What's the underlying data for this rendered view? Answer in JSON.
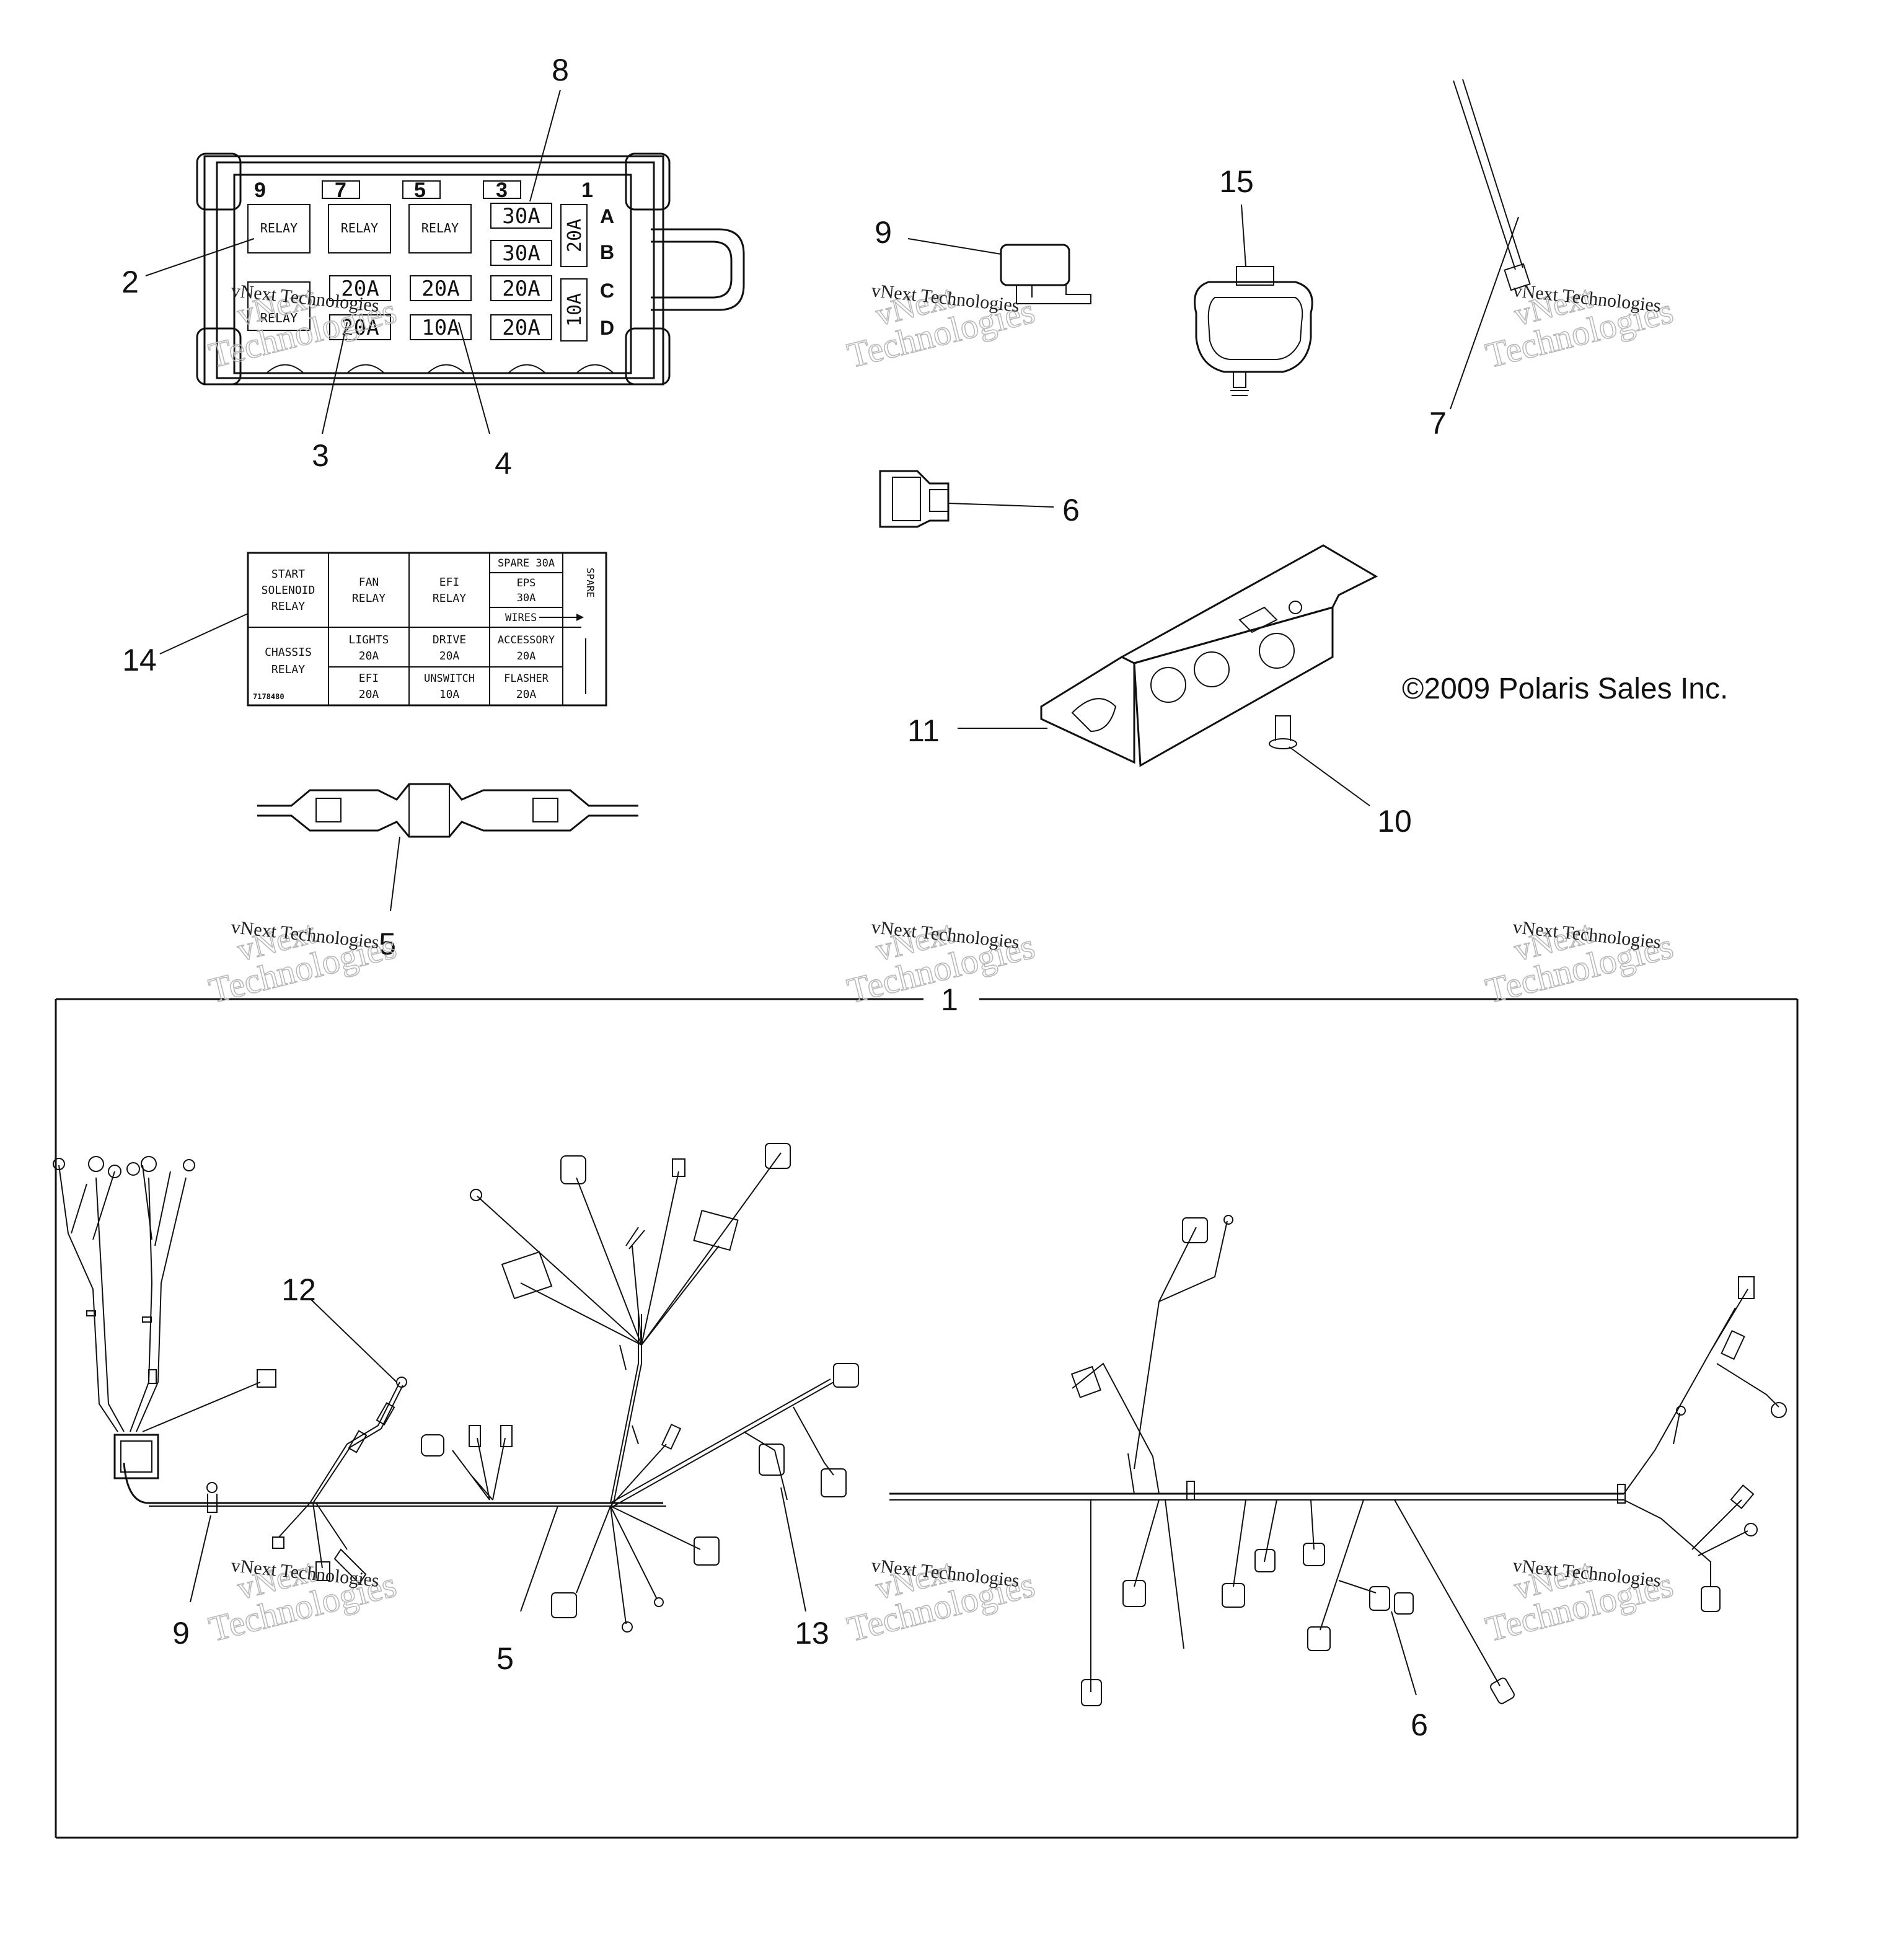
{
  "callouts": {
    "fuse_box_relay": "2",
    "fuse_box_fuse_20a": "3",
    "fuse_box_fuse_10a": "4",
    "fuse_box_top": "8",
    "fuse_holder_small": "9",
    "connector_15": "15",
    "cable_tie": "7",
    "connector_6": "6",
    "label_14": "14",
    "bracket_11": "11",
    "clip_10": "10",
    "inline_fuse_5": "5",
    "harness_box": "1",
    "harness_12": "12",
    "harness_9": "9",
    "harness_5": "5",
    "harness_13": "13",
    "harness_6": "6"
  },
  "fuse_box": {
    "slot_numbers": [
      "9",
      "7",
      "5",
      "3",
      "1"
    ],
    "relays": [
      "RELAY",
      "RELAY",
      "RELAY",
      "RELAY"
    ],
    "fuses_row1": [
      "30A"
    ],
    "fuses_row2": [
      "30A"
    ],
    "fuses_row3": [
      "20A",
      "20A",
      "20A"
    ],
    "fuses_row4": [
      "20A",
      "10A",
      "20A"
    ],
    "side_fuses": [
      "20A",
      "10A"
    ],
    "row_letters": [
      "A",
      "B",
      "C",
      "D"
    ]
  },
  "fuse_label": {
    "start_solenoid_relay": [
      "START",
      "SOLENOID",
      "RELAY"
    ],
    "fan_relay": [
      "FAN",
      "RELAY"
    ],
    "efi_relay": [
      "EFI",
      "RELAY"
    ],
    "spare_30a": "SPARE 30A",
    "eps_30a": [
      "EPS",
      "30A"
    ],
    "wires": "WIRES",
    "spare_vertical": "SPARE",
    "chassis_relay": [
      "CHASSIS",
      "RELAY"
    ],
    "lights_20a": [
      "LIGHTS",
      "20A"
    ],
    "drive_20a": [
      "DRIVE",
      "20A"
    ],
    "accessory_20a": [
      "ACCESSORY",
      "20A"
    ],
    "efi_20a": [
      "EFI",
      "20A"
    ],
    "unswitch_10a": [
      "UNSWITCH",
      "10A"
    ],
    "flasher_20a": [
      "FLASHER",
      "20A"
    ],
    "part_number": "7178480"
  },
  "copyright": "©2009 Polaris Sales Inc.",
  "watermark": {
    "line1": "vNext",
    "line2": "Technologies",
    "caption": "vNext Technologies"
  }
}
